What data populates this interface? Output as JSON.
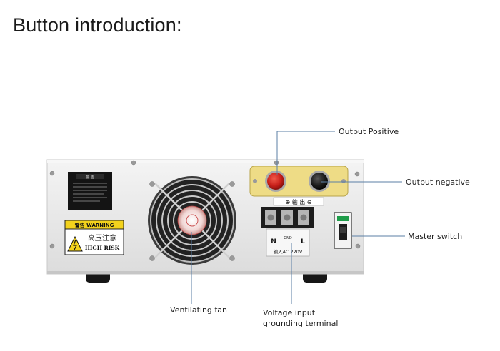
{
  "title": "Button introduction:",
  "labels": {
    "output_positive": "Output Positive",
    "output_negative": "Output negative",
    "master_switch": "Master switch",
    "ventilating_fan": "Ventilating fan",
    "voltage_input_line1": "Voltage input",
    "voltage_input_line2": "grounding terminal"
  },
  "panel": {
    "warning_small_header": "警 告",
    "warning_header": "警告 WARNING",
    "warning_cn": "高压注意",
    "warning_en": "HIGH RISK",
    "output_marker": "⊕ 输 出 ⊖",
    "terminal_n": "N",
    "terminal_gnd": "GND",
    "terminal_l": "L",
    "input_label": "输入AC 220V"
  },
  "colors": {
    "chassis": "#e9e9e9",
    "callout_line": "#5b7fa6",
    "terminal_panel": "#eedc86",
    "red_button": "#c81f1a",
    "warning_yellow": "#f3d21c"
  }
}
